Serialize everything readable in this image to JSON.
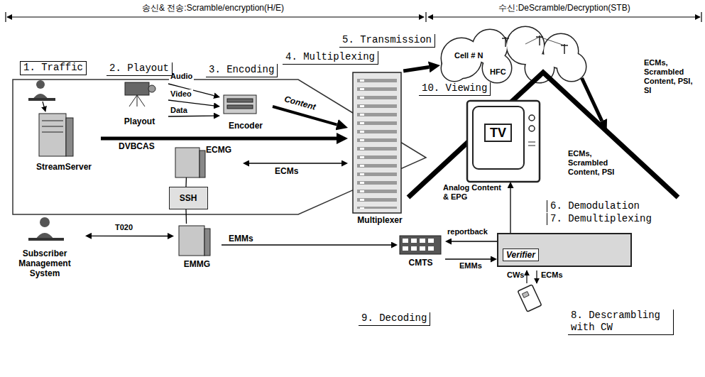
{
  "diagram": {
    "nodes": [
      {
        "text": [
          "StreamServer"
        ]
      },
      {
        "text": [
          "Playout"
        ]
      },
      {
        "text": [
          "Encoder"
        ]
      },
      {
        "text": [
          "Multiplexer"
        ]
      },
      {
        "text": [
          "ECMG"
        ]
      },
      {
        "text": [
          "SSH"
        ]
      },
      {
        "text": [
          "EMMG"
        ]
      },
      {
        "text": [
          "Subscriber Management System"
        ]
      },
      {
        "text": [
          "CMTS"
        ]
      },
      {
        "text": [
          "Cell # N",
          "HFC"
        ]
      },
      {
        "text": [
          "ECMs, Scrambled Content, PSI"
        ]
      },
      {
        "text": [
          "TV"
        ],
        "in": 10
      },
      {
        "text": [
          "Verifier"
        ]
      }
    ],
    "edges": [
      {
        "from": 0,
        "to": 3,
        "arrow": "to",
        "label": "DVBCAS"
      },
      {
        "from": 1,
        "to": 2,
        "arrow": "to",
        "label": "Audio"
      },
      {
        "from": 1,
        "to": 2,
        "arrow": "to",
        "label": "Video"
      },
      {
        "from": 1,
        "to": 2,
        "arrow": "to",
        "label": "Data"
      },
      {
        "from": 2,
        "to": 3,
        "arrow": "to",
        "label": "Content"
      },
      {
        "from": 4,
        "to": 3,
        "arrow": "both",
        "label": "ECMs"
      },
      {
        "from": 4,
        "to": 5,
        "arrow": "none"
      },
      {
        "from": 5,
        "to": 6,
        "arrow": "none"
      },
      {
        "from": 6,
        "to": 8,
        "arrow": "to",
        "label": "EMMs"
      },
      {
        "from": 7,
        "to": 6,
        "arrow": "both",
        "label": "T020"
      },
      {
        "from": 3,
        "to": 9,
        "arrow": "to"
      },
      {
        "from": 9,
        "to": 10,
        "arrow": "to",
        "label": "ECMs, Scrambled Content, PSI, SI"
      },
      {
        "from": 12,
        "to": 11,
        "arrow": "to",
        "label": "Analog Content & EPG"
      },
      {
        "from": 12,
        "to": 8,
        "arrow": "to",
        "label": "reportback"
      },
      {
        "from": 8,
        "to": 12,
        "arrow": "to",
        "label": "EMMs"
      }
    ],
    "labels": [
      "송신& 전송:Scramble/encryption(H/E)",
      "수신:DeScramble/Decryption(STB)",
      "1. Traffic",
      "2. Playout",
      "3. Encoding",
      "4. Multiplexing",
      "5. Transmission",
      "6. Demodulation",
      "7. Demultiplexing",
      "8. Descrambling with CW",
      "9. Decoding",
      "10. Viewing",
      "CWs",
      "ECMs"
    ]
  }
}
